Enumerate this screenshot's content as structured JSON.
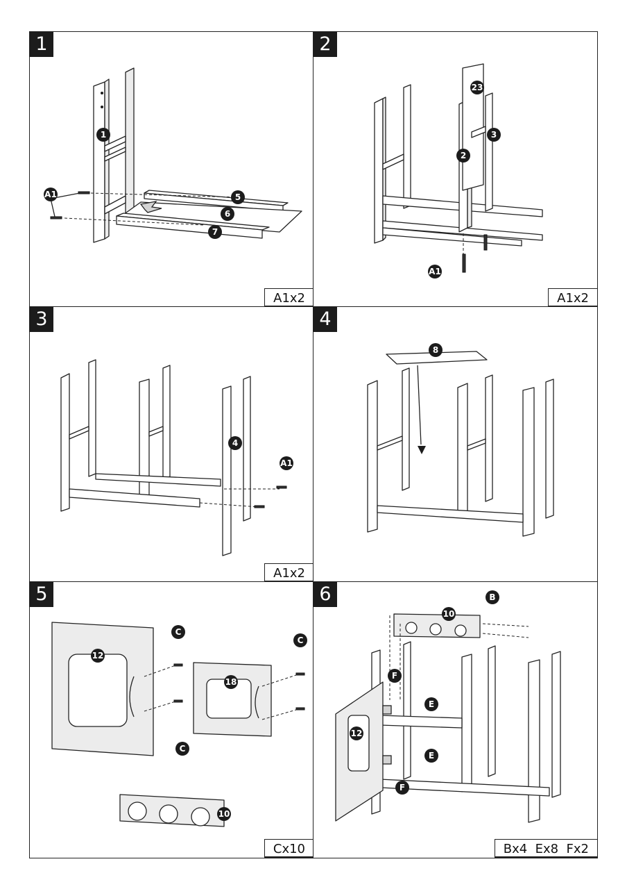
{
  "steps": [
    {
      "number": "1",
      "quantity": "A1x2",
      "callouts": [
        "1",
        "5",
        "6",
        "7",
        "A1"
      ]
    },
    {
      "number": "2",
      "quantity": "A1x2",
      "callouts": [
        "2",
        "3",
        "23",
        "A1"
      ]
    },
    {
      "number": "3",
      "quantity": "A1x2",
      "callouts": [
        "4",
        "A1"
      ]
    },
    {
      "number": "4",
      "quantity": "",
      "callouts": [
        "8"
      ]
    },
    {
      "number": "5",
      "quantity": "Cx10",
      "callouts": [
        "12",
        "18",
        "10",
        "C",
        "C",
        "C"
      ]
    },
    {
      "number": "6",
      "quantity": "Bx4  Ex8  Fx2",
      "callouts": [
        "10",
        "B",
        "F",
        "E",
        "E",
        "F",
        "12"
      ]
    }
  ]
}
